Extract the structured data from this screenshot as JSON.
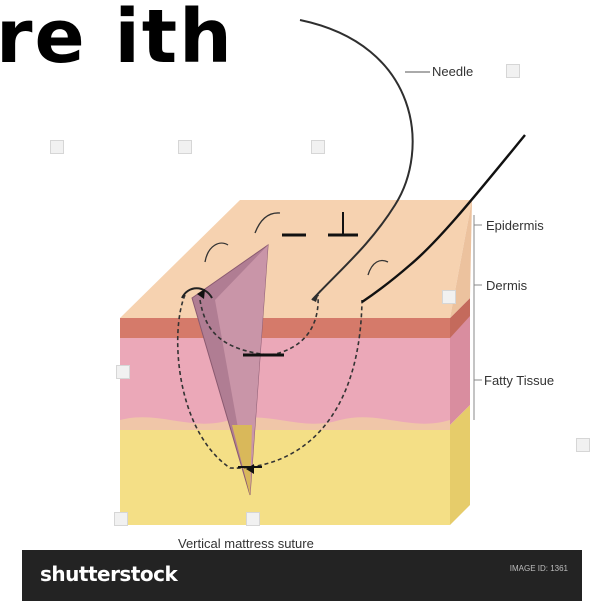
{
  "diagram": {
    "title_fragment": "re ith",
    "labels": {
      "needle": "Needle",
      "epidermis": "Epidermis",
      "dermis": "Dermis",
      "fatty_tissue": "Fatty Tissue",
      "caption": "Vertical mattress suture"
    },
    "colors": {
      "epidermis": "#f6d2b0",
      "dermis": "#e9a2b3",
      "fat": "#f4df86",
      "wound": "#b07d93",
      "footer": "#232323"
    }
  },
  "footer": {
    "brand": "shutterstock",
    "asset_id": "IMAGE ID: 1361"
  }
}
